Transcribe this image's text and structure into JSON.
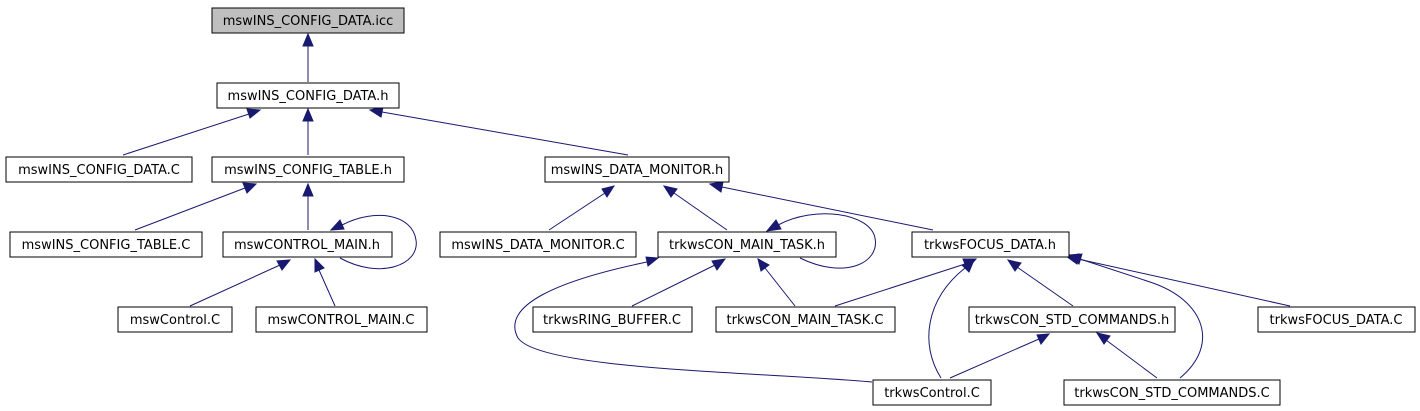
{
  "nodes": {
    "n0": "mswINS_CONFIG_DATA.icc",
    "n1": "mswINS_CONFIG_DATA.h",
    "n2": "mswINS_CONFIG_DATA.C",
    "n3": "mswINS_CONFIG_TABLE.h",
    "n4": "mswINS_DATA_MONITOR.h",
    "n5": "mswINS_CONFIG_TABLE.C",
    "n6": "mswCONTROL_MAIN.h",
    "n7": "mswINS_DATA_MONITOR.C",
    "n8": "trkwsCON_MAIN_TASK.h",
    "n9": "trkwsFOCUS_DATA.h",
    "n10": "mswControl.C",
    "n11": "mswCONTROL_MAIN.C",
    "n12": "trkwsRING_BUFFER.C",
    "n13": "trkwsCON_MAIN_TASK.C",
    "n14": "trkwsCON_STD_COMMANDS.h",
    "n15": "trkwsFOCUS_DATA.C",
    "n16": "trkwsControl.C",
    "n17": "trkwsCON_STD_COMMANDS.C"
  },
  "colors": {
    "edge": "#191970",
    "root_fill": "#bfbfbf",
    "node_fill": "#ffffff",
    "border": "#000000"
  }
}
